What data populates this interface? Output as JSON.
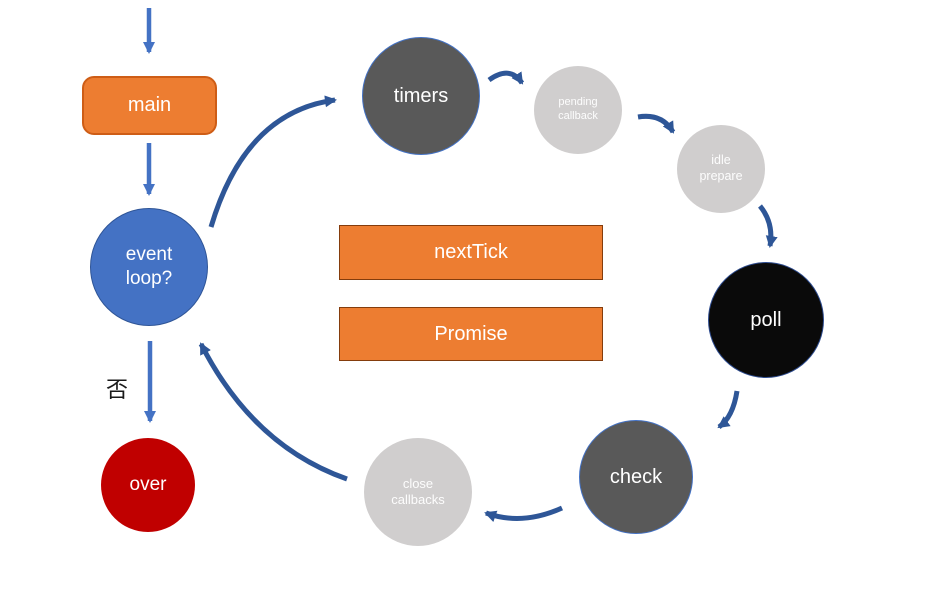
{
  "diagram": {
    "description_labels": {
      "no_branch": "否"
    },
    "nodes": {
      "main": {
        "label": "main",
        "shape": "rounded-rect",
        "fill": "#ED7D31",
        "border": "#CE5D16",
        "text_color": "#FFFFFF"
      },
      "event_loop": {
        "label": "event\nloop?",
        "shape": "circle",
        "fill": "#4472C4",
        "border": "#2F5597",
        "text_color": "#FFFFFF"
      },
      "over": {
        "label": "over",
        "shape": "circle",
        "fill": "#C00000",
        "text_color": "#FFFFFF"
      },
      "timers": {
        "label": "timers",
        "shape": "circle",
        "fill": "#595959",
        "border": "#4472C4",
        "text_color": "#FFFFFF"
      },
      "pending_callback": {
        "label": "pending\ncallback",
        "shape": "circle",
        "fill": "#D0CECE",
        "text_color": "#FFFFFF"
      },
      "idle_prepare": {
        "label": "idle\nprepare",
        "shape": "circle",
        "fill": "#D0CECE",
        "text_color": "#FFFFFF"
      },
      "poll": {
        "label": "poll",
        "shape": "circle",
        "fill": "#0A0A0A",
        "border": "#2E4C8F",
        "text_color": "#FFFFFF"
      },
      "check": {
        "label": "check",
        "shape": "circle",
        "fill": "#595959",
        "border": "#4472C4",
        "text_color": "#FFFFFF"
      },
      "close_callbacks": {
        "label": "close\ncallbacks",
        "shape": "circle",
        "fill": "#D0CECE",
        "text_color": "#FFFFFF"
      },
      "next_tick": {
        "label": "nextTick",
        "shape": "rect",
        "fill": "#ED7D31",
        "border": "#843C0C",
        "text_color": "#FFFFFF"
      },
      "promise": {
        "label": "Promise",
        "shape": "rect",
        "fill": "#ED7D31",
        "border": "#843C0C",
        "text_color": "#FFFFFF"
      }
    },
    "edges": [
      {
        "from": "start",
        "to": "main"
      },
      {
        "from": "main",
        "to": "event_loop"
      },
      {
        "from": "event_loop",
        "to": "timers"
      },
      {
        "from": "timers",
        "to": "pending_callback"
      },
      {
        "from": "pending_callback",
        "to": "idle_prepare"
      },
      {
        "from": "idle_prepare",
        "to": "poll"
      },
      {
        "from": "poll",
        "to": "check"
      },
      {
        "from": "check",
        "to": "close_callbacks"
      },
      {
        "from": "close_callbacks",
        "to": "event_loop"
      },
      {
        "from": "event_loop",
        "to": "over",
        "label": "否"
      }
    ],
    "colors": {
      "straight_arrow": "#4472C4",
      "loop_arrow": "#2E5697",
      "background": "#FFFFFF",
      "no_label_text": "#1A1A1A"
    }
  }
}
